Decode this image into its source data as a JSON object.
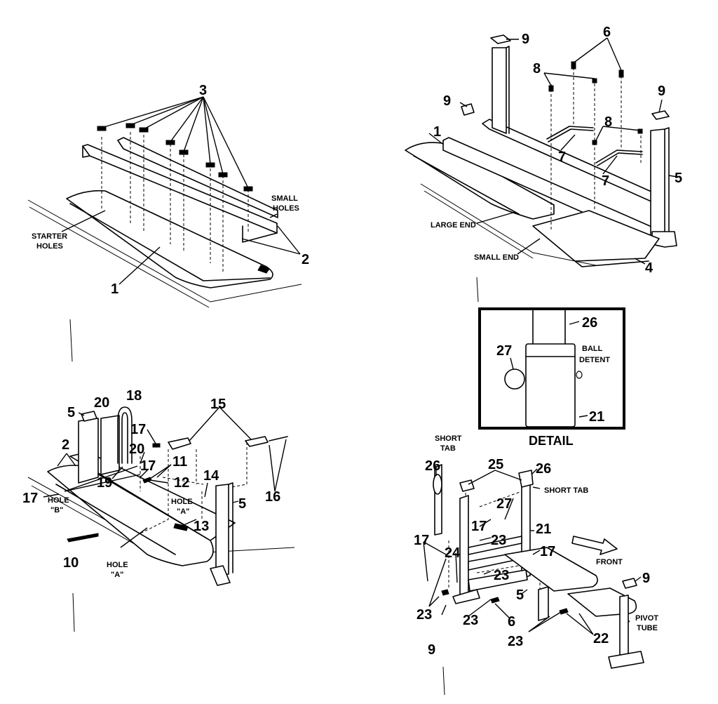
{
  "diagram": {
    "callouts": {
      "p1_3": "3",
      "p1_2": "2",
      "p1_1": "1",
      "p2_9a": "9",
      "p2_6": "6",
      "p2_8a": "8",
      "p2_9b": "9",
      "p2_9c": "9",
      "p2_1": "1",
      "p2_8b": "8",
      "p2_7a": "7",
      "p2_7b": "7",
      "p2_5": "5",
      "p2_4": "4",
      "p3_5": "5",
      "p3_20a": "20",
      "p3_18": "18",
      "p3_2": "2",
      "p3_17a": "17",
      "p3_15": "15",
      "p3_20b": "20",
      "p3_11": "11",
      "p3_17b": "17",
      "p3_19": "19",
      "p3_12": "12",
      "p3_14": "14",
      "p3_17c": "17",
      "p3_5b": "5",
      "p3_16": "16",
      "p3_13": "13",
      "p3_10": "10",
      "p4_26a": "26",
      "p4_27": "27",
      "p4_21": "21",
      "p5_26a": "26",
      "p5_25": "25",
      "p5_26b": "26",
      "p5_27": "27",
      "p5_21": "21",
      "p5_17a": "17",
      "p5_17b": "17",
      "p5_23a": "23",
      "p5_17c": "17",
      "p5_24": "24",
      "p5_23b": "23",
      "p5_5": "5",
      "p5_9a": "9",
      "p5_23c": "23",
      "p5_23d": "23",
      "p5_6": "6",
      "p5_9b": "9",
      "p5_22": "22",
      "p5_23e": "23"
    },
    "labels": {
      "small_holes_1": "SMALL",
      "small_holes_2": "HOLES",
      "starter_holes_1": "STARTER",
      "starter_holes_2": "HOLES",
      "large_end": "LARGE END",
      "small_end": "SMALL END",
      "ball_detent_1": "BALL",
      "ball_detent_2": "DETENT",
      "detail": "DETAIL",
      "hole_b_1": "HOLE",
      "hole_b_2": "\"B\"",
      "hole_a_1": "HOLE",
      "hole_a_2": "\"A\"",
      "hole_a2_1": "HOLE",
      "hole_a2_2": "\"A\"",
      "short_tab_l1": "SHORT",
      "short_tab_l2": "TAB",
      "short_tab_r": "SHORT TAB",
      "front": "FRONT",
      "pivot_tube_1": "PIVOT",
      "pivot_tube_2": "TUBE"
    },
    "colors": {
      "ink": "#000000",
      "paper": "#ffffff"
    }
  }
}
